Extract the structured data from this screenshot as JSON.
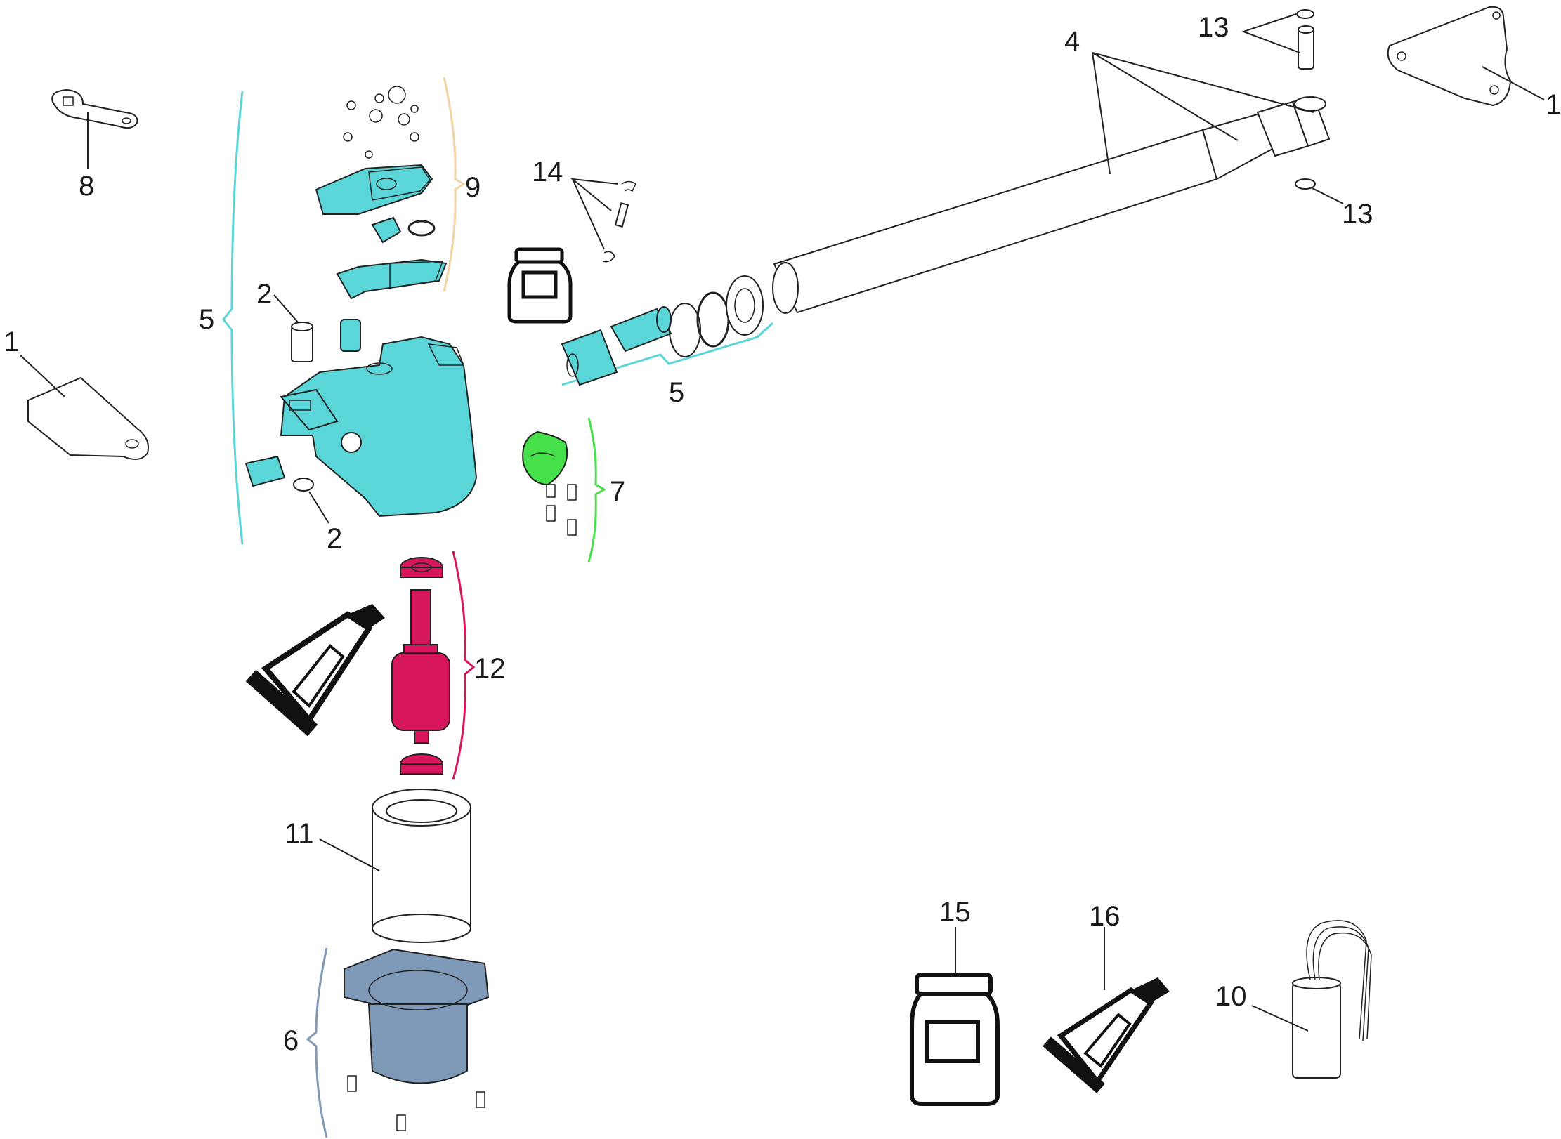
{
  "callouts": {
    "c1_left": "1",
    "c1_right": "1",
    "c2_top": "2",
    "c2_bottom": "2",
    "c4": "4",
    "c5_left": "5",
    "c5_mid": "5",
    "c6": "6",
    "c7": "7",
    "c8": "8",
    "c9": "9",
    "c10": "10",
    "c11": "11",
    "c12": "12",
    "c13_top": "13",
    "c13_bottom": "13",
    "c14": "14",
    "c15": "15",
    "c16": "16"
  },
  "colors": {
    "cyan_group": "#5ad6d8",
    "tan_group": "#f3d3a2",
    "green_group": "#45e04a",
    "crimson_group": "#d7165e",
    "slate_group": "#7f9ab8",
    "outline": "#222222"
  },
  "icons": [
    "grease-jar-icon",
    "grease-tube-icon"
  ]
}
